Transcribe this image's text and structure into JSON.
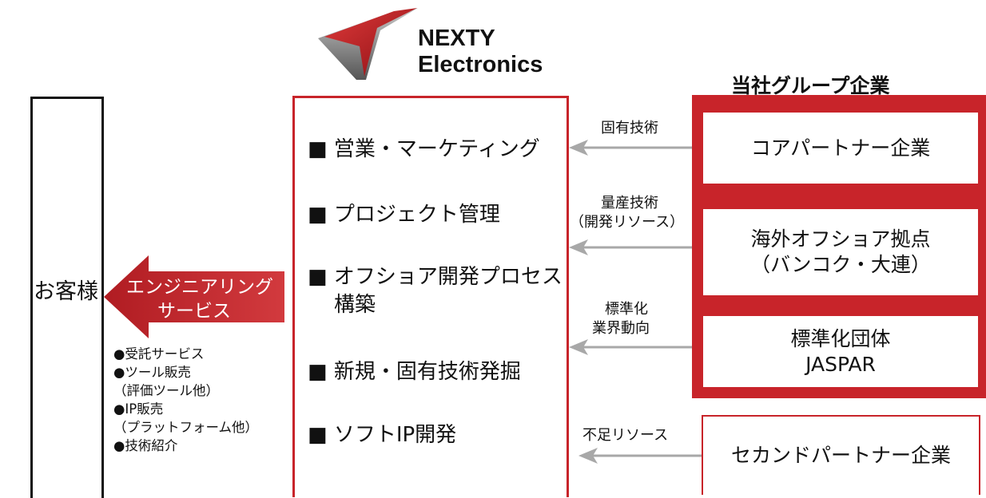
{
  "logo": {
    "line1": "NEXTY",
    "line2": "Electronics"
  },
  "group_title": "当社グループ企業",
  "customer": {
    "label": "お客様"
  },
  "engineering_arrow": {
    "line1": "エンジニアリング",
    "line2": "サービス"
  },
  "services": [
    "●受託サービス",
    "●ツール販売",
    "（評価ツール他）",
    "●IP販売",
    "（プラットフォーム他）",
    "●技術紹介"
  ],
  "nexty_functions": {
    "item1": "■ 営業・マーケティング",
    "item2": "■ プロジェクト管理",
    "item3": "■ オフショア開発プロセス",
    "item3_cont": "構築",
    "item4": "■ 新規・固有技術発掘",
    "item5": "■ ソフトIP開発"
  },
  "flows": {
    "f1": "固有技術",
    "f2a": "量産技術",
    "f2b": "（開発リソース）",
    "f3a": "標準化",
    "f3b": "業界動向",
    "f4": "不足リソース"
  },
  "partners": {
    "p1": "コアパートナー企業",
    "p2a": "海外オフショア拠点",
    "p2b": "（バンコク・大連）",
    "p3a": "標準化団体",
    "p3b": "JASPAR",
    "p4": "セカンドパートナー企業"
  },
  "colors": {
    "brand_red": "#c8242a",
    "arrow_gray": "#a8a8a8"
  }
}
